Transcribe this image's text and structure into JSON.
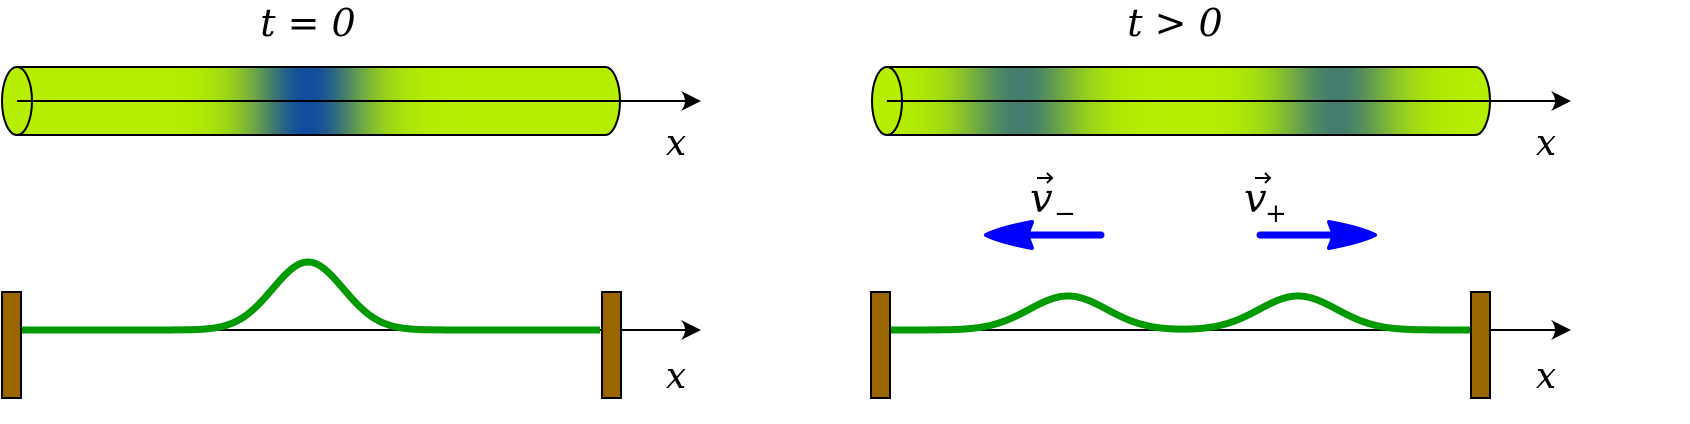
{
  "panels": [
    {
      "title": "t = 0",
      "axis_label": "x",
      "tube_pulses": [
        {
          "center": 308,
          "width": 75,
          "strength": 1.0
        }
      ],
      "string_pulses": [
        {
          "center": 308,
          "width": 50,
          "amplitude": 68
        }
      ]
    },
    {
      "title": "t > 0",
      "axis_label": "x",
      "tube_pulses": [
        {
          "center": 1020,
          "width": 75,
          "strength": 0.7
        },
        {
          "center": 1337,
          "width": 75,
          "strength": 0.7
        }
      ],
      "string_pulses": [
        {
          "center": 1068,
          "width": 55,
          "amplitude": 34
        },
        {
          "center": 1298,
          "width": 55,
          "amplitude": 34
        }
      ]
    }
  ],
  "velocity_labels": {
    "minus": "v",
    "minus_sub": "−",
    "plus": "v",
    "plus_sub": "+"
  },
  "colors": {
    "tube": "#b5ee00",
    "pulse": "#114c9e",
    "string": "#009900",
    "clamp": "#996600",
    "arrow": "#0000ff"
  }
}
